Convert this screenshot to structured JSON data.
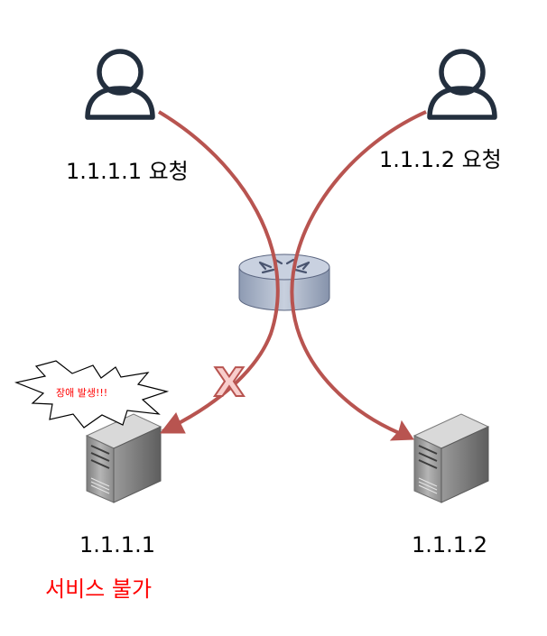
{
  "client_left": {
    "label": "1.1.1.1 요청",
    "icon": "user-icon"
  },
  "client_right": {
    "label": "1.1.1.2 요청",
    "icon": "user-icon"
  },
  "router": {
    "icon": "router-icon"
  },
  "server_left": {
    "label": "1.1.1.1",
    "status": "서비스 불가",
    "icon": "server-icon"
  },
  "server_right": {
    "label": "1.1.1.2",
    "icon": "server-icon"
  },
  "burst": {
    "text": "장애 발생!!!"
  },
  "blocked_mark": {
    "text": "X"
  },
  "colors": {
    "arrow": "#b85450",
    "user_stroke": "#232f3e",
    "status_text": "#ff0000",
    "burst_text": "#ff0000",
    "x_fill": "#f8cecc",
    "x_stroke": "#b85450"
  }
}
